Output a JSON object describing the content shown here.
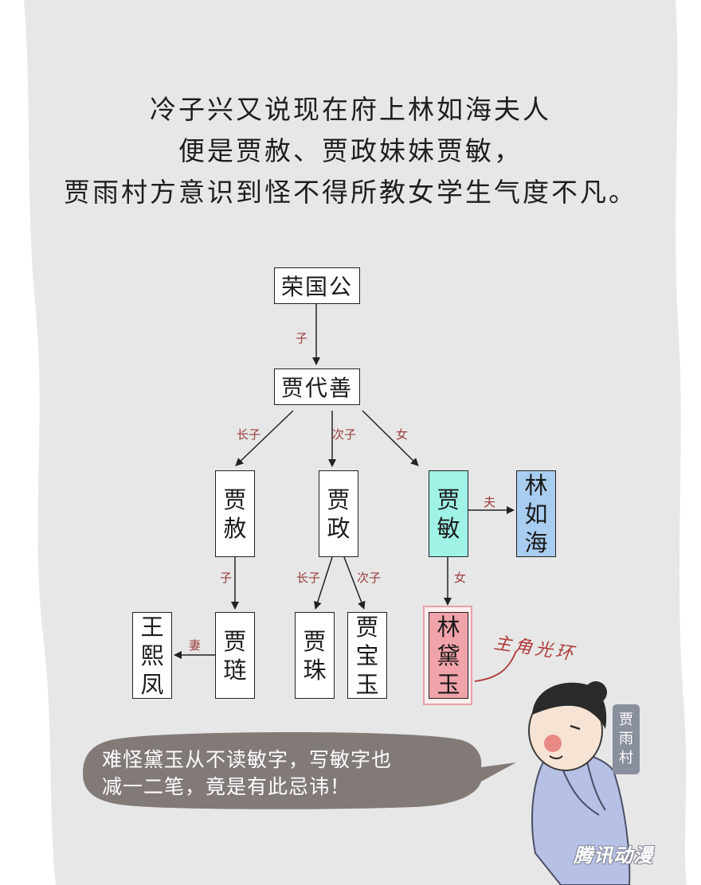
{
  "narration": {
    "line1": "冷子兴又说现在府上林如海夫人",
    "line2": "便是贾赦、贾政妹妹贾敏，",
    "line3": "贾雨村方意识到怪不得所教女学生气度不凡。"
  },
  "nodes": {
    "rongguogong": "荣国公",
    "jiadaishan": "贾代善",
    "jiashe": "贾赦",
    "jiazheng": "贾政",
    "jiamin": "贾敏",
    "linruhai": "林如海",
    "jialian": "贾琏",
    "wangxifeng": "王熙凤",
    "jiazhu": "贾珠",
    "jiabaoyu": "贾宝玉",
    "lindaiyu": "林黛玉"
  },
  "relations": {
    "son": "子",
    "eldest_son": "长子",
    "second_son": "次子",
    "daughter": "女",
    "husband": "夫",
    "wife": "妻",
    "daughter2": "女",
    "son2": "子",
    "eldest_son2": "长子",
    "second_son2": "次子"
  },
  "annotation": {
    "halo": "主角光环"
  },
  "speech": {
    "line1": "难怪黛玉从不读敏字，写敏字也",
    "line2": "减一二笔，竟是有此忌讳！"
  },
  "character": {
    "name": "贾雨村"
  },
  "watermark": "腾讯动漫",
  "colors": {
    "jiamin_fill": "#9ff3e6",
    "linruhai_fill": "#a9cdf0",
    "lindaiyu_fill": "#f1a3aa",
    "lindaiyu_frame": "#e9a0a8",
    "paper": "#e7e7e7",
    "bubble": "#817a77",
    "relation_text": "#9a3b3b",
    "robe": "#b7c1e6"
  }
}
